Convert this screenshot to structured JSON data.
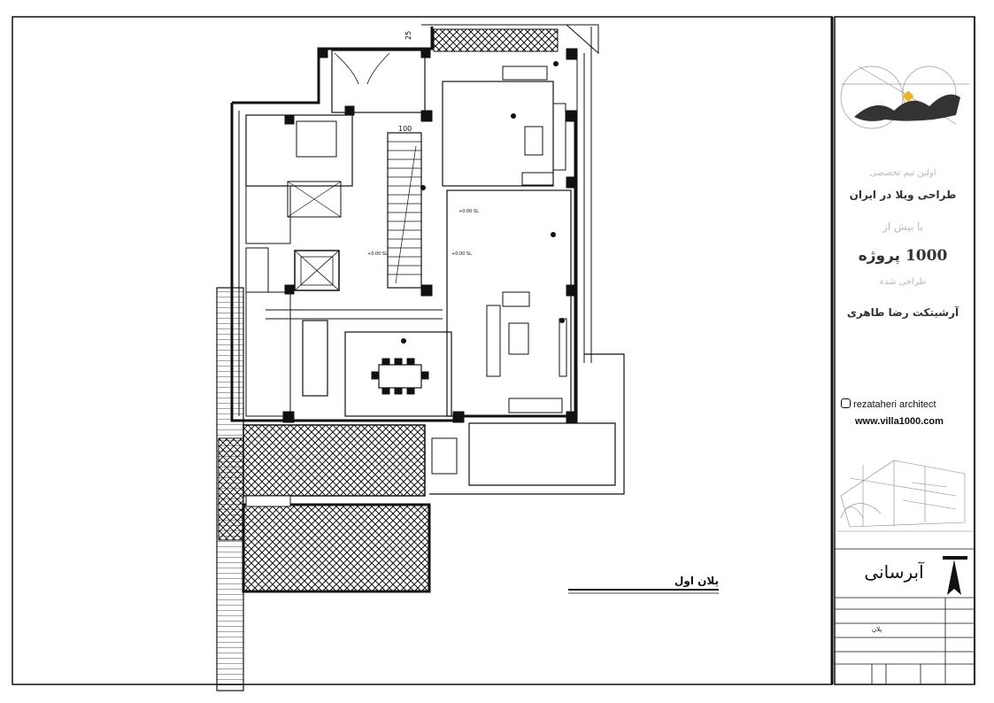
{
  "drawing": {
    "plan_title": "پلان اول",
    "dimensions": {
      "top_offset": "25",
      "stair_width": "100"
    },
    "level_markers": [
      {
        "text": "+0.00 SL"
      },
      {
        "text": "+0.00 SL"
      },
      {
        "text": "+0.00 SL"
      }
    ]
  },
  "title_block": {
    "tagline_1": "اولین تیم تخصصی",
    "tagline_2": "طراحی ویلا در ایران",
    "tagline_3": "با بیش از",
    "count": "1000",
    "count_unit": "پروژه",
    "tagline_4": "طراحی شده",
    "architect": "آرشیتکت رضا طاهری",
    "instagram": "rezataheri architect",
    "website": "www.villa1000.com",
    "project_name": "آبرسانی",
    "table_row_4_value": "پلان"
  },
  "colors": {
    "line": "#111111",
    "hatch": "#222222",
    "background": "#ffffff"
  }
}
